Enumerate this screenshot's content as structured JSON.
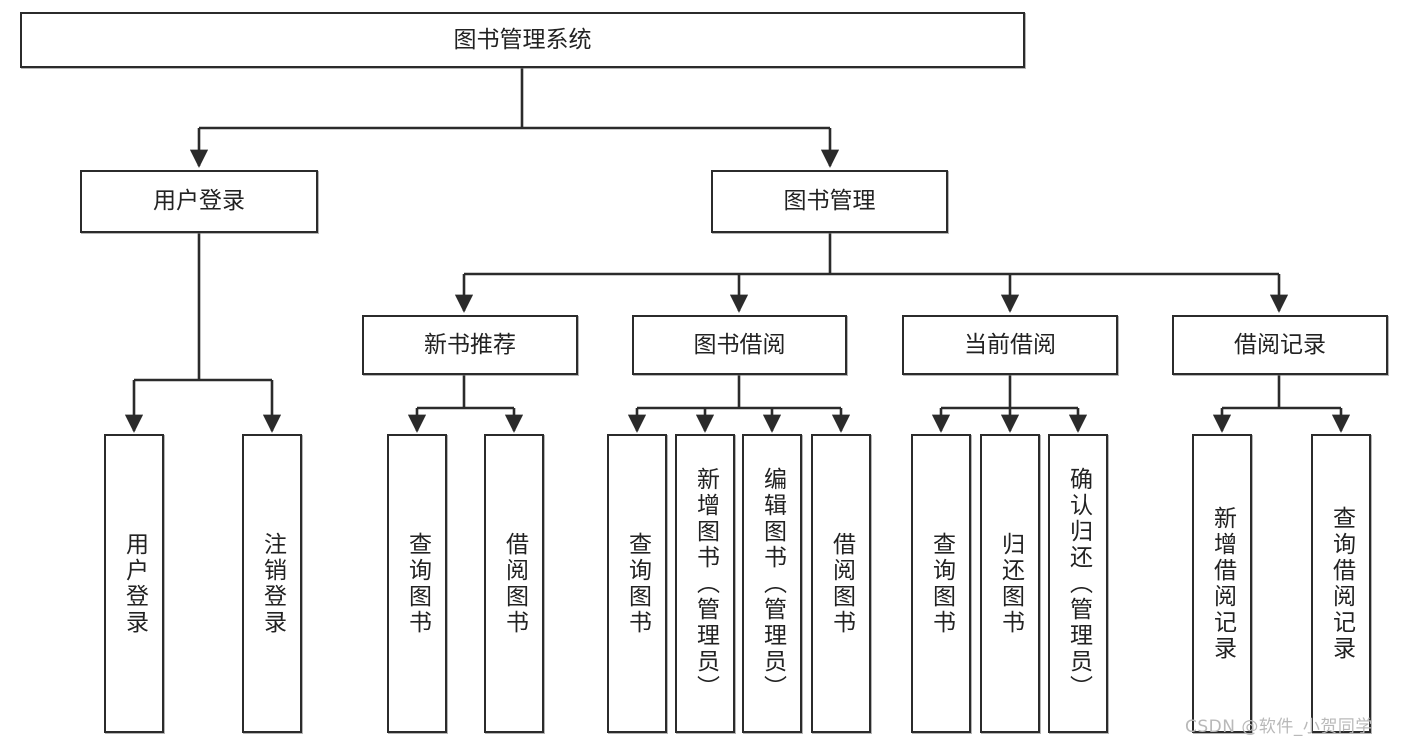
{
  "diagram": {
    "title": "图书管理系统",
    "watermark": "CSDN @软件_小贺同学",
    "colors": {
      "stroke": "#2b2b2b",
      "fill": "#ffffff",
      "text": "#222222",
      "watermark": "#b9b9b9"
    },
    "nodes": {
      "root": "图书管理系统",
      "level2": {
        "user_login": "用户登录",
        "book_manage": "图书管理"
      },
      "level3": {
        "new_book_rec": "新书推荐",
        "book_borrow": "图书借阅",
        "current_borrow": "当前借阅",
        "borrow_record": "借阅记录"
      },
      "leaves": {
        "user_login_1": "用户登录",
        "user_login_2": "注销登录",
        "new_book_rec_1": "查询图书",
        "new_book_rec_2": "借阅图书",
        "book_borrow_1": "查询图书",
        "book_borrow_2": "新增图书（管理员）",
        "book_borrow_3": "编辑图书（管理员）",
        "book_borrow_4": "借阅图书",
        "current_borrow_1": "查询图书",
        "current_borrow_2": "归还图书",
        "current_borrow_3": "确认归还（管理员）",
        "borrow_record_1": "新增借阅记录",
        "borrow_record_2": "查询借阅记录"
      }
    }
  }
}
